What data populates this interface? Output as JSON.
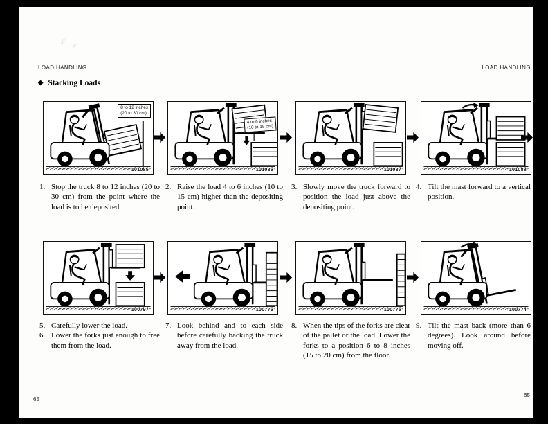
{
  "page": {
    "header_left": "LOAD HANDLING",
    "header_right": "LOAD HANDLING",
    "section_bullet": "◆",
    "section_title": "Stacking Loads",
    "page_number_left": "65",
    "page_number_right": "65"
  },
  "icons": {
    "step_arrow": "➡",
    "back_arrow": "⬅",
    "down_arrow": "⬇",
    "tilt_arrow": "⤵"
  },
  "figures": [
    {
      "number": "101085",
      "label_line1": "8 to 12 inches",
      "label_line2": "(20 to 30 cm)"
    },
    {
      "number": "101086",
      "label_line1": "4 to 6 inches",
      "label_line2": "(10 to 15 cm)"
    },
    {
      "number": "101087"
    },
    {
      "number": "101088"
    },
    {
      "number": "100797"
    },
    {
      "number": "100776"
    },
    {
      "number": "100775"
    },
    {
      "number": "100774"
    }
  ],
  "steps": [
    {
      "num": "1.",
      "text": "Stop the truck 8 to 12 inches (20 to 30 cm) from the point where the load is to be deposited."
    },
    {
      "num": "2.",
      "text": "Raise the load 4 to 6 inches (10 to 15 cm) higher than the depositing point."
    },
    {
      "num": "3.",
      "text": "Slowly move the truck forward to position the load just above the depositing point."
    },
    {
      "num": "4.",
      "text": "Tilt the mast forward to a ver­tical position."
    },
    {
      "num": "5.",
      "text": "Carefully lower the load."
    },
    {
      "num": "6.",
      "text": "Lower the forks just enough to free them from the load."
    },
    {
      "num": "7.",
      "text": "Look behind and to each side before carefully backing the truck away from the load."
    },
    {
      "num": "8.",
      "text": "When the tips of the forks are clear of the pallet or the load. Lower the forks to a position 6 to 8 inches (15 to 20 cm) from the floor."
    },
    {
      "num": "9.",
      "text": "Tilt the mast back (more than 6 degrees).  Look around before moving off."
    }
  ]
}
